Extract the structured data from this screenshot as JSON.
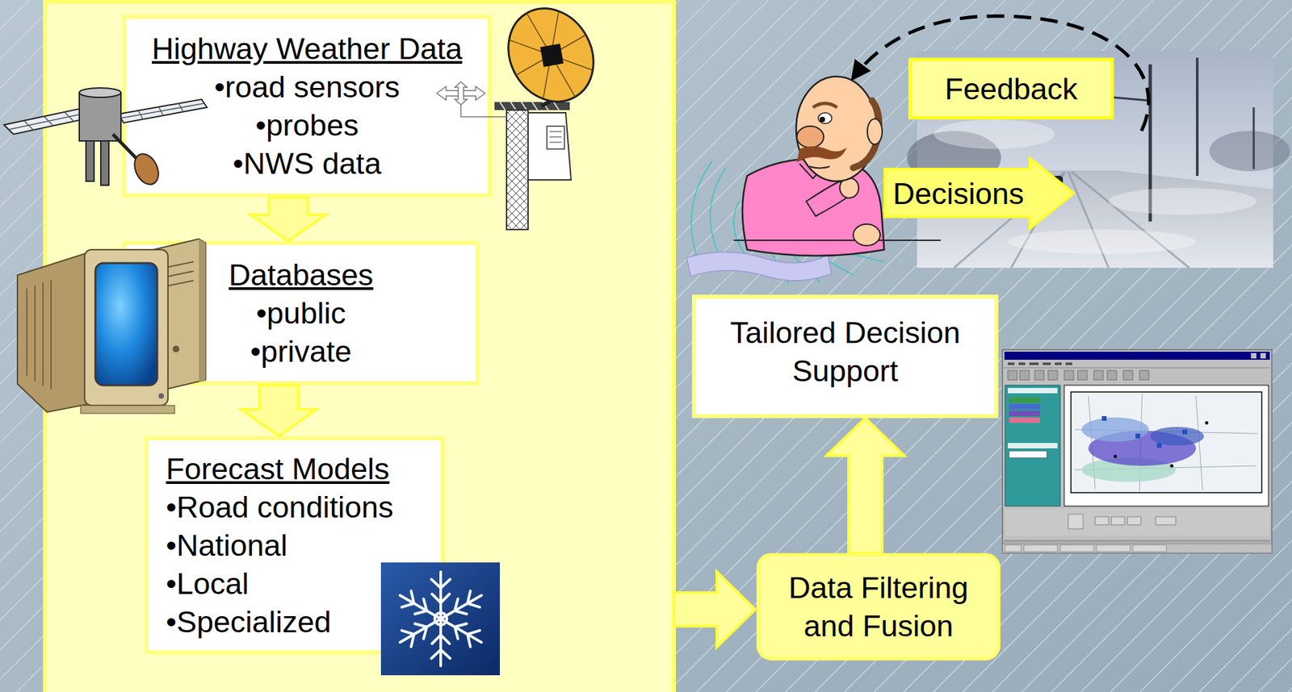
{
  "diagram": {
    "nodes": [
      {
        "text": [
          "Highway Weather Data",
          "•road sensors",
          "•probes",
          "•NWS data"
        ]
      },
      {
        "text": [
          "Databases",
          "•public",
          "•private"
        ]
      },
      {
        "text": [
          "Forecast Models",
          "•Road conditions",
          "•National",
          "•Local",
          "•Specialized"
        ]
      },
      {
        "text": [
          "Data Filtering and Fusion"
        ]
      },
      {
        "text": [
          "Tailored Decision Support"
        ]
      },
      {
        "text": [
          "Feedback"
        ]
      },
      {
        "text": [
          "Decisions"
        ]
      }
    ],
    "edges": [
      {
        "from": 0,
        "to": 1,
        "arrow": "to"
      },
      {
        "from": 1,
        "to": 2,
        "arrow": "to"
      },
      {
        "from": 3,
        "to": 4,
        "arrow": "to"
      }
    ]
  }
}
